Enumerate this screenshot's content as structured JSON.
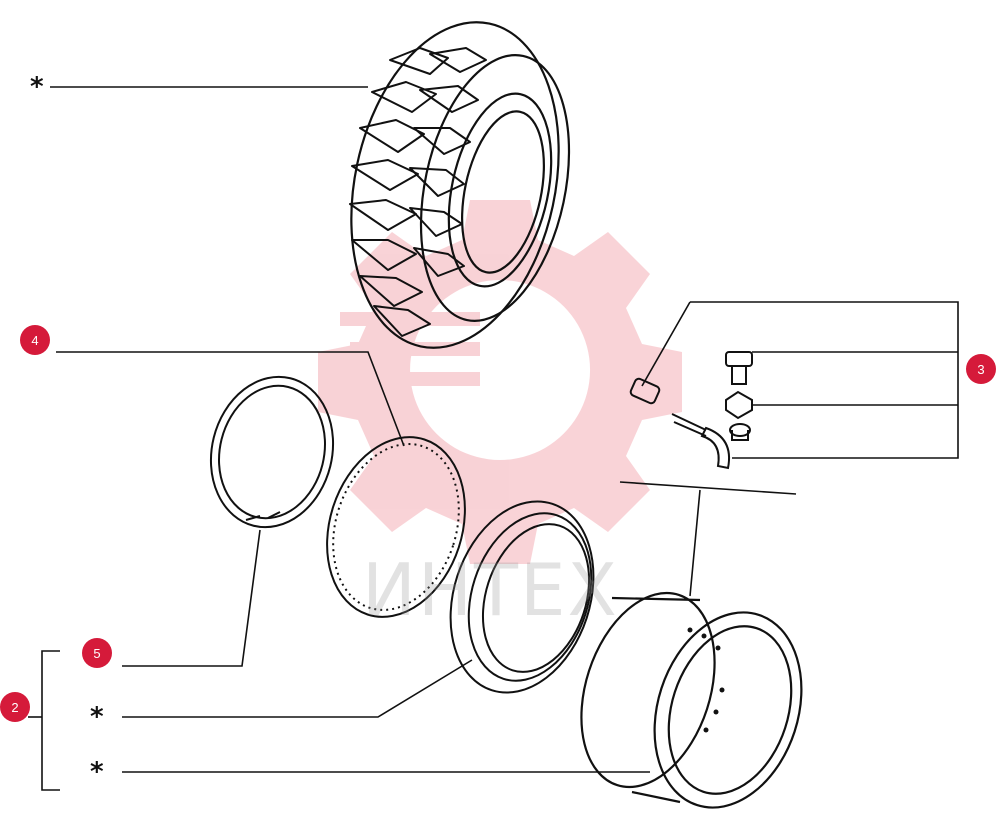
{
  "callouts": {
    "tire_label": "*",
    "part_4": "4",
    "part_3": "3",
    "part_5": "5",
    "part_2": "2",
    "flange_label": "*",
    "rim_label": "*"
  },
  "watermark": {
    "text": "ИНТЕХ",
    "color": "#e8a0a8"
  },
  "colors": {
    "badge": "#d51a3a",
    "line": "#111111"
  }
}
